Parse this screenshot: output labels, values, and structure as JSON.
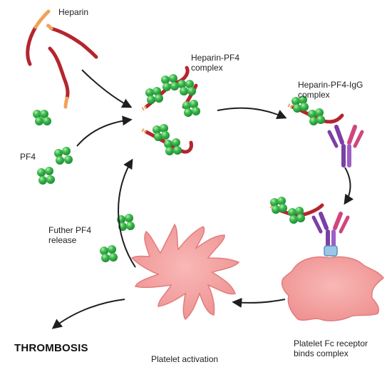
{
  "labels": {
    "heparin": "Heparin",
    "pf4": "PF4",
    "heparin_pf4_complex": "Heparin-PF4\ncomplex",
    "heparin_pf4_igg_complex": "Heparin-PF4-IgG\ncomplex",
    "further_pf4_release": "Futher PF4\nrelease",
    "thrombosis": "THROMBOSIS",
    "platelet_activation": "Platelet activation",
    "platelet_fc_receptor": "Platelet Fc receptor\nbinds complex"
  },
  "colors": {
    "heparin_strand": "#b5252e",
    "heparin_tip": "#f0a15b",
    "pf4_bead": "#34b24c",
    "pf4_bead_highlight": "#8fe08a",
    "igg_purple": "#7b3fa6",
    "igg_magenta": "#d0457f",
    "platelet_fill": "#f29a9a",
    "platelet_edge": "#e27c7c",
    "receptor": "#9bc6e8",
    "arrow": "#1e1e1e"
  }
}
